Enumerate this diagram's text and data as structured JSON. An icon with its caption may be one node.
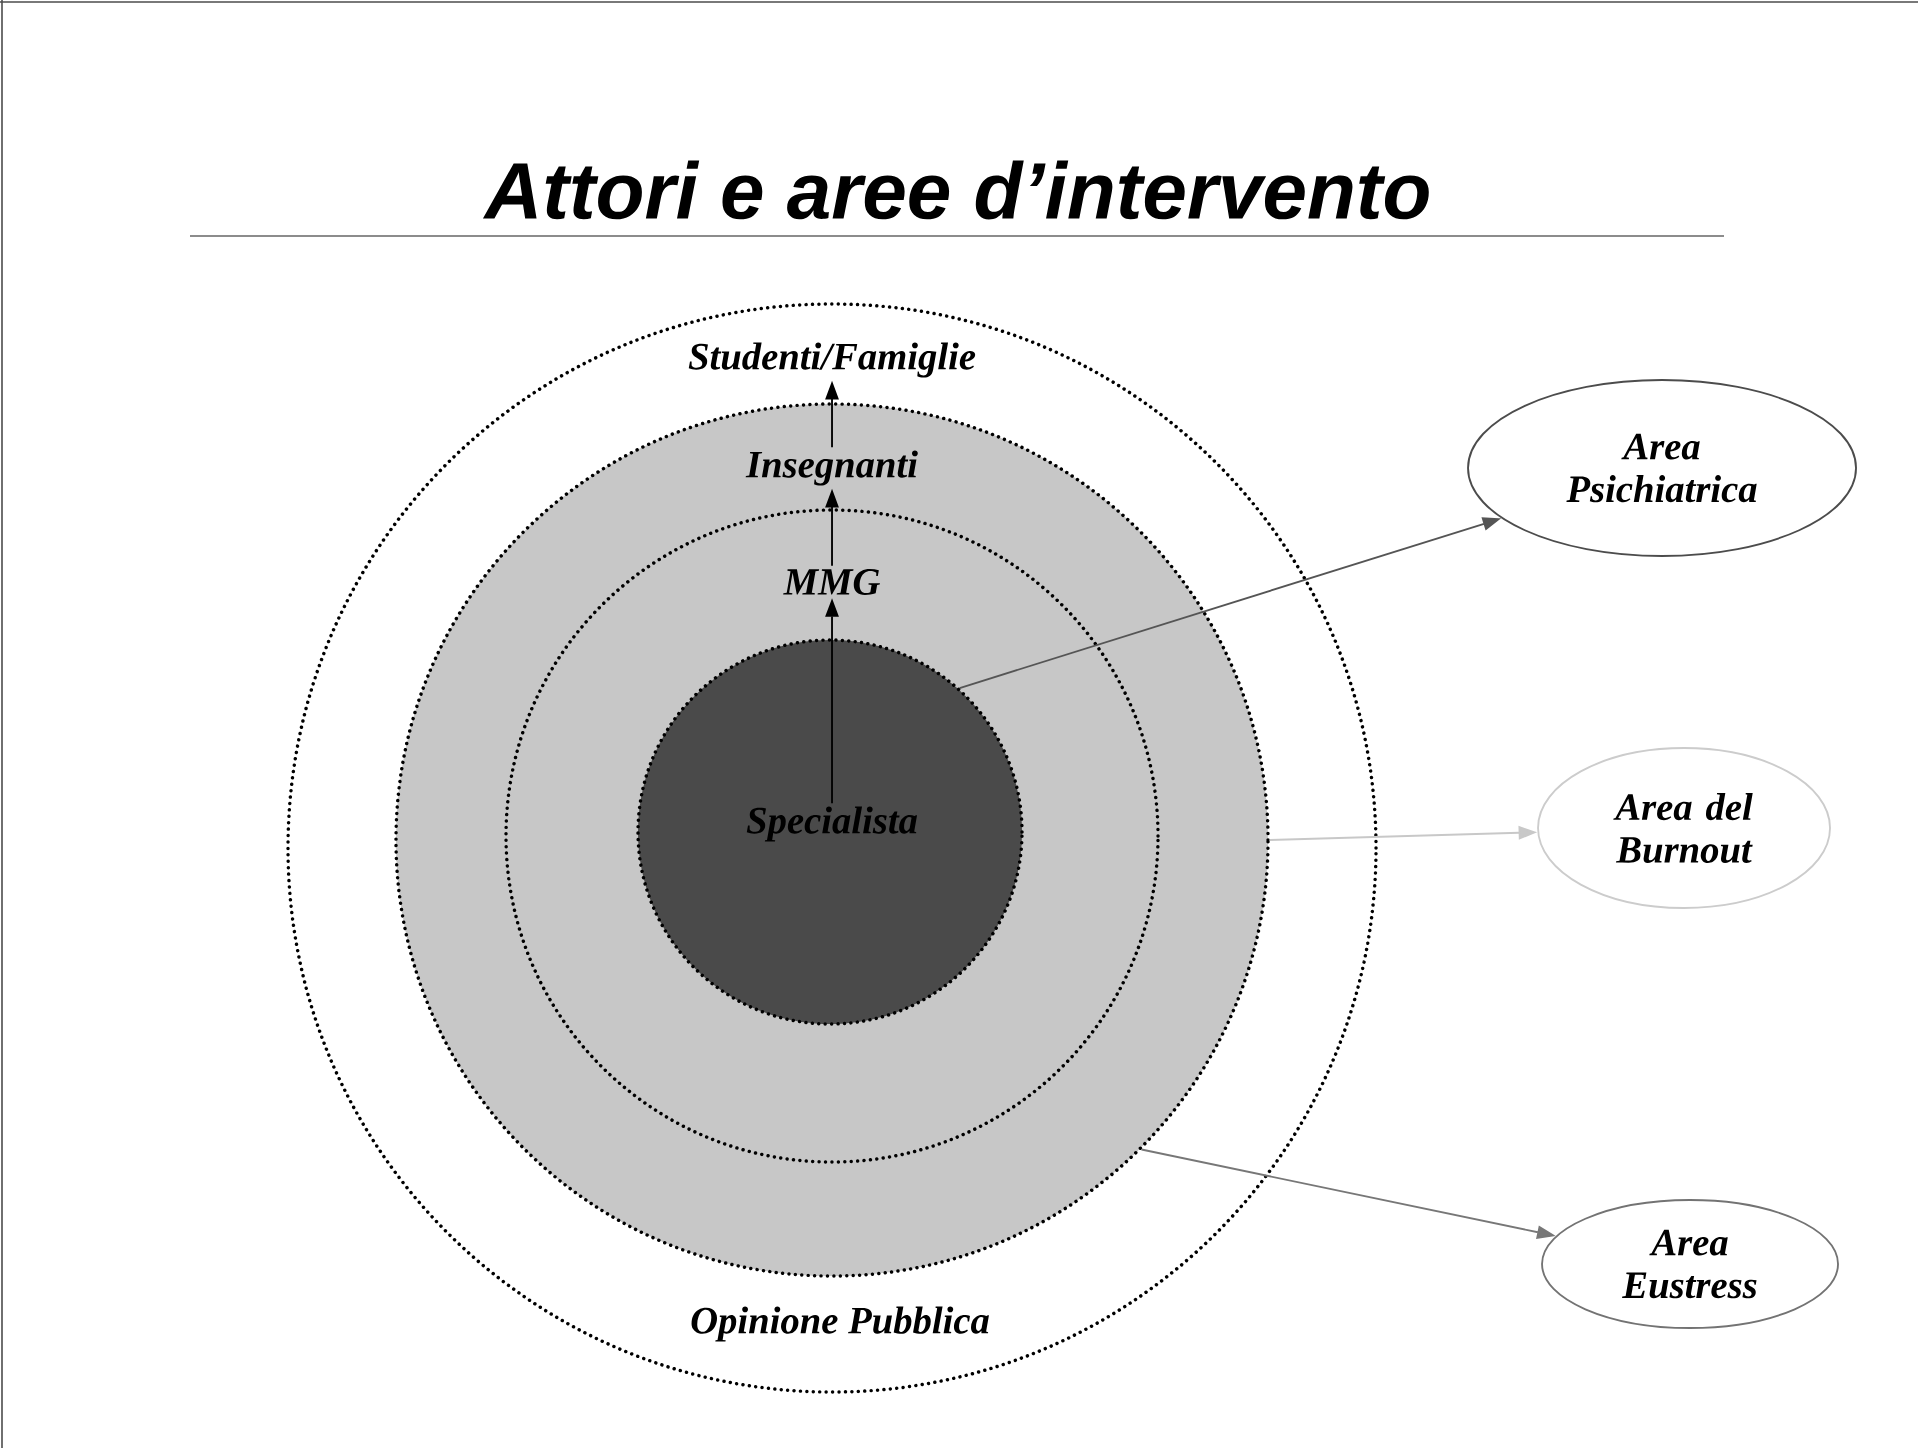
{
  "diagram": {
    "title": "Attori e aree d’intervento",
    "nodes": [
      {
        "text": [],
        "shape": "circle"
      },
      {
        "text": [
          "Studenti/Famiglie"
        ],
        "in": 0
      },
      {
        "text": [
          "Opinione Pubblica"
        ],
        "in": 0
      },
      {
        "text": [],
        "shape": "circle",
        "in": 0
      },
      {
        "text": [
          "Insegnanti"
        ],
        "in": 3
      },
      {
        "text": [],
        "shape": "circle",
        "in": 3
      },
      {
        "text": [
          "MMG"
        ],
        "in": 5
      },
      {
        "text": [],
        "shape": "circle",
        "in": 5
      },
      {
        "text": [
          "Specialista"
        ],
        "in": 7
      },
      {
        "text": [
          "Area Psichiatrica"
        ]
      },
      {
        "text": [
          "Area del Burnout"
        ]
      },
      {
        "text": [
          "Area Eustress"
        ]
      }
    ],
    "edges": [
      {
        "from": 8,
        "to": 6,
        "arrow": "to"
      },
      {
        "from": 6,
        "to": 4,
        "arrow": "to"
      },
      {
        "from": 4,
        "to": 1,
        "arrow": "to"
      },
      {
        "from": 7,
        "to": 9,
        "arrow": "to",
        "color": "#555555"
      },
      {
        "from": 3,
        "to": 10,
        "arrow": "to",
        "color": "#c8c8c8"
      },
      {
        "from": 3,
        "to": 11,
        "arrow": "to",
        "color": "#777777"
      }
    ]
  }
}
